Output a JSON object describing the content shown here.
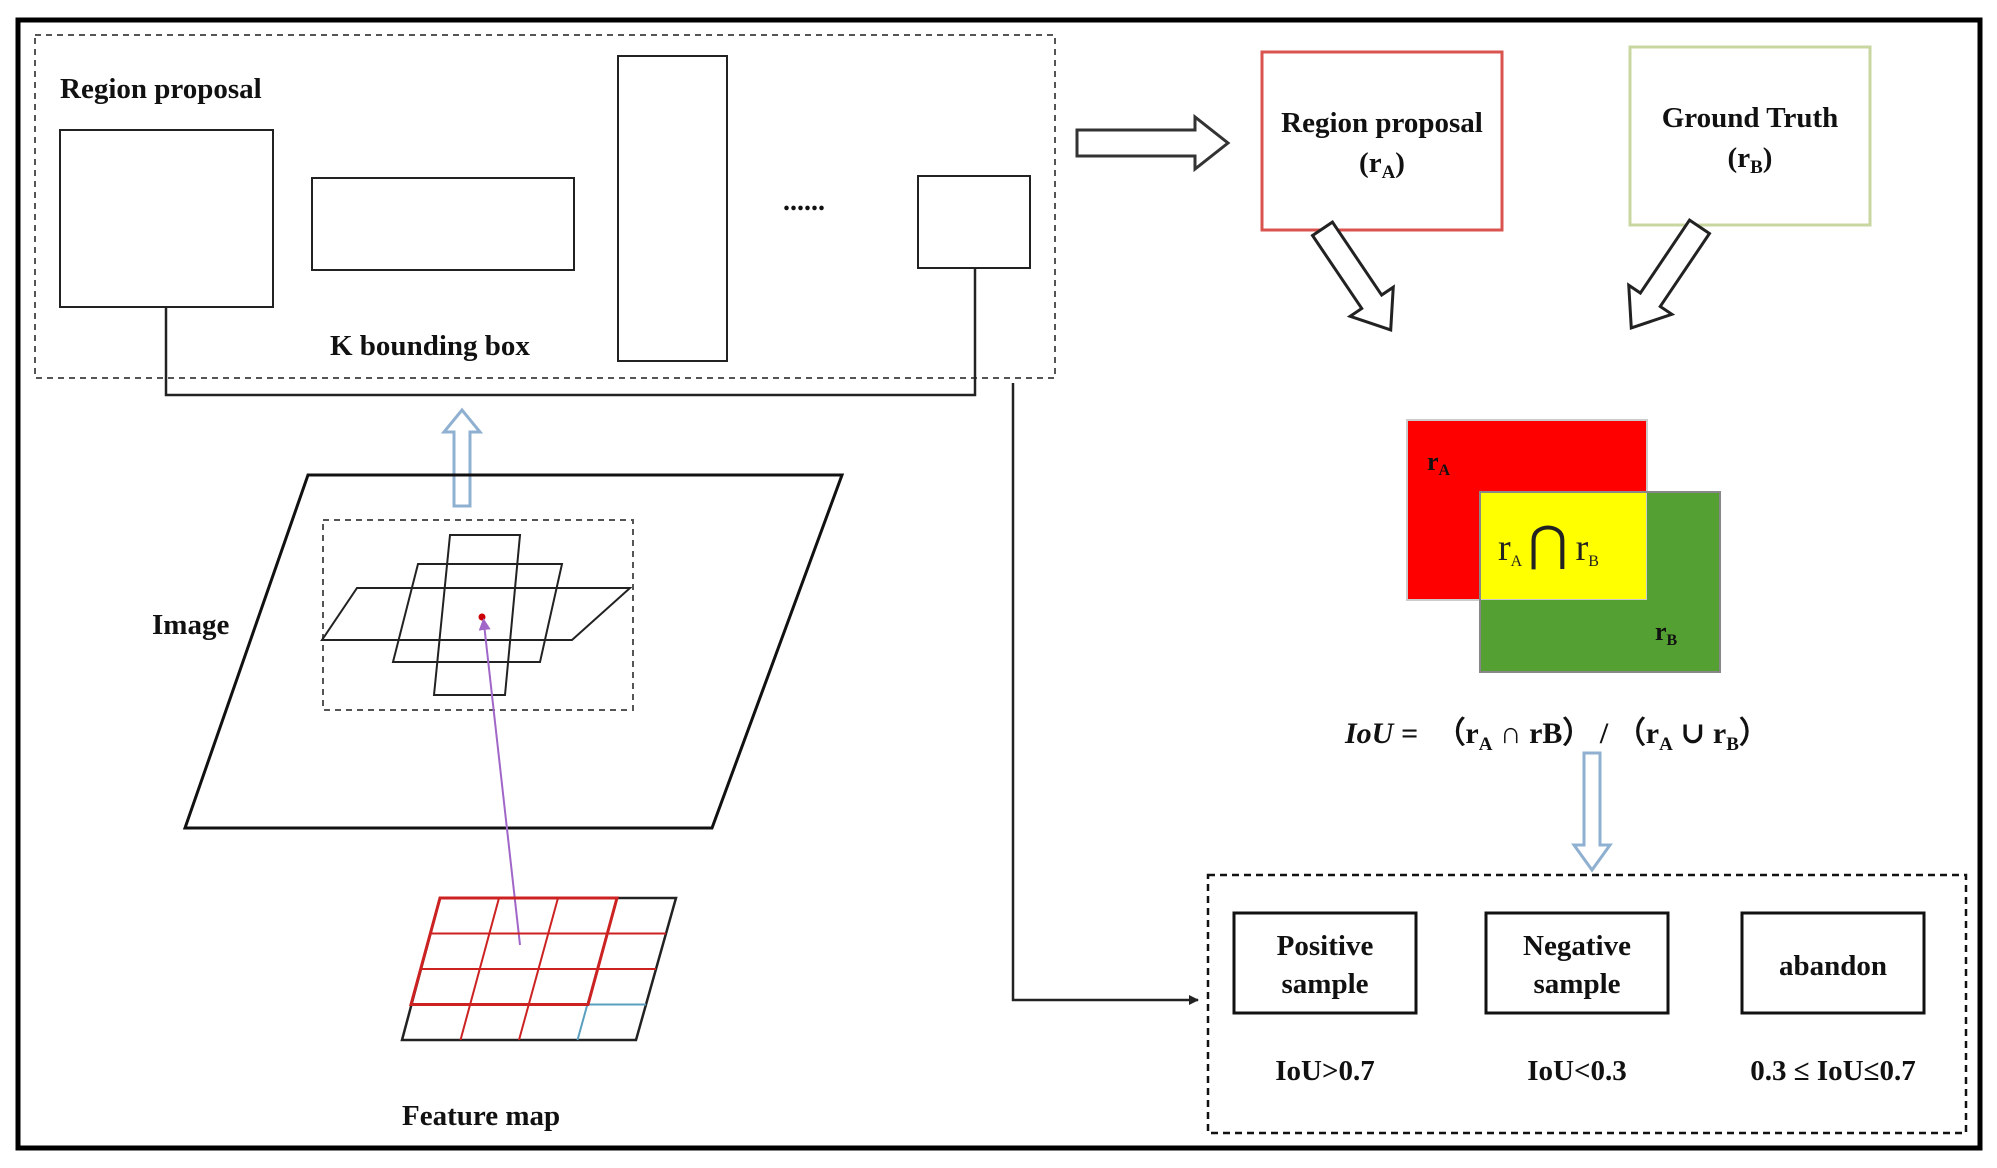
{
  "region_proposal_group": {
    "title": "Region proposal",
    "caption": "K bounding box",
    "ellipsis": "......"
  },
  "image_label": "Image",
  "feature_map_label": "Feature map",
  "proposal_box": {
    "line1": "Region proposal",
    "line2_main": "(r",
    "line2_sub": "A",
    "line2_end": ")",
    "color": "#d9534f"
  },
  "ground_truth_box": {
    "line1": "Ground Truth",
    "line2_main": "(r",
    "line2_sub": "B",
    "line2_end": ")",
    "color": "#c8d7a0"
  },
  "venn": {
    "a_label": "r",
    "a_sub": "A",
    "b_label": "r",
    "b_sub": "B",
    "intersect_left": "r",
    "intersect_left_sub": "A",
    "intersect_symbol": "⋂",
    "intersect_right": "r",
    "intersect_right_sub": "B",
    "color_a": "#ff0000",
    "color_b": "#55a033",
    "color_overlap": "#ffff00"
  },
  "formula": {
    "lhs": "IoU =",
    "open1": "（r",
    "sub1": "A",
    "mid1": " ∩ rB）",
    "slash": " / ",
    "open2": "（r",
    "sub2": "A",
    "mid2": " ∪ r",
    "sub3": "B",
    "close2": "）"
  },
  "samples": [
    {
      "line1": "Positive",
      "line2": "sample",
      "rule": "IoU>0.7"
    },
    {
      "line1": "Negative",
      "line2": "sample",
      "rule": "IoU<0.3"
    },
    {
      "line1": "abandon",
      "line2": "",
      "rule": "0.3 ≤ IoU≤0.7"
    }
  ]
}
